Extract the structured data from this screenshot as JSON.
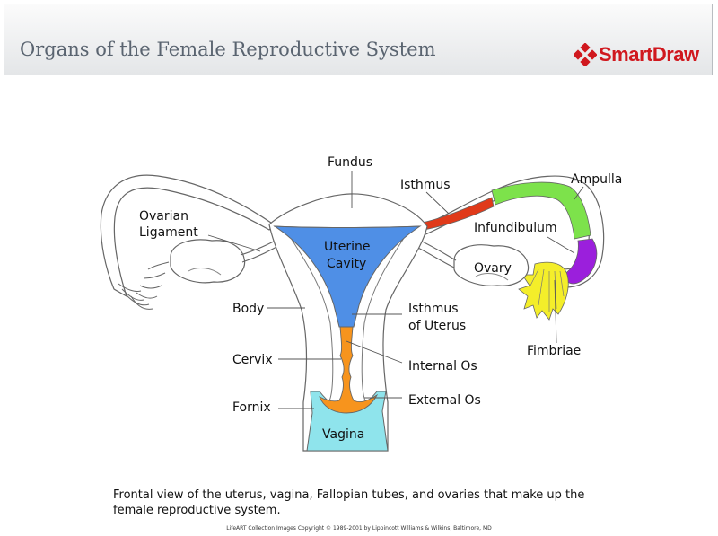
{
  "header": {
    "title": "Organs of the Female Reproductive System",
    "brand": "SmartDraw",
    "brand_color": "#d0181e"
  },
  "labels": {
    "fundus": "Fundus",
    "isthmus": "Isthmus",
    "ampulla": "Ampulla",
    "ovarian_ligament_1": "Ovarian",
    "ovarian_ligament_2": "Ligament",
    "uterine_cavity_1": "Uterine",
    "uterine_cavity_2": "Cavity",
    "infundibulum": "Infundibulum",
    "ovary": "Ovary",
    "body": "Body",
    "isthmus_of_uterus_1": "Isthmus",
    "isthmus_of_uterus_2": "of Uterus",
    "fimbriae": "Fimbriae",
    "cervix": "Cervix",
    "internal_os": "Internal Os",
    "fornix": "Fornix",
    "external_os": "External Os",
    "vagina": "Vagina"
  },
  "colors": {
    "uterine_cavity": "#4f8fe6",
    "cervical_canal": "#f7941d",
    "vagina": "#8fe4ec",
    "isthmus_tube": "#e03a1a",
    "ampulla": "#7de24b",
    "infundibulum": "#9b1fdc",
    "fimbriae": "#f4ee2a"
  },
  "caption": "Frontal view of the uterus, vagina, Fallopian tubes, and ovaries that make up the female reproductive system.",
  "copyright": "LifeART Collection Images Copyright © 1989-2001 by Lippincott Williams & Wilkins, Baltimore, MD"
}
